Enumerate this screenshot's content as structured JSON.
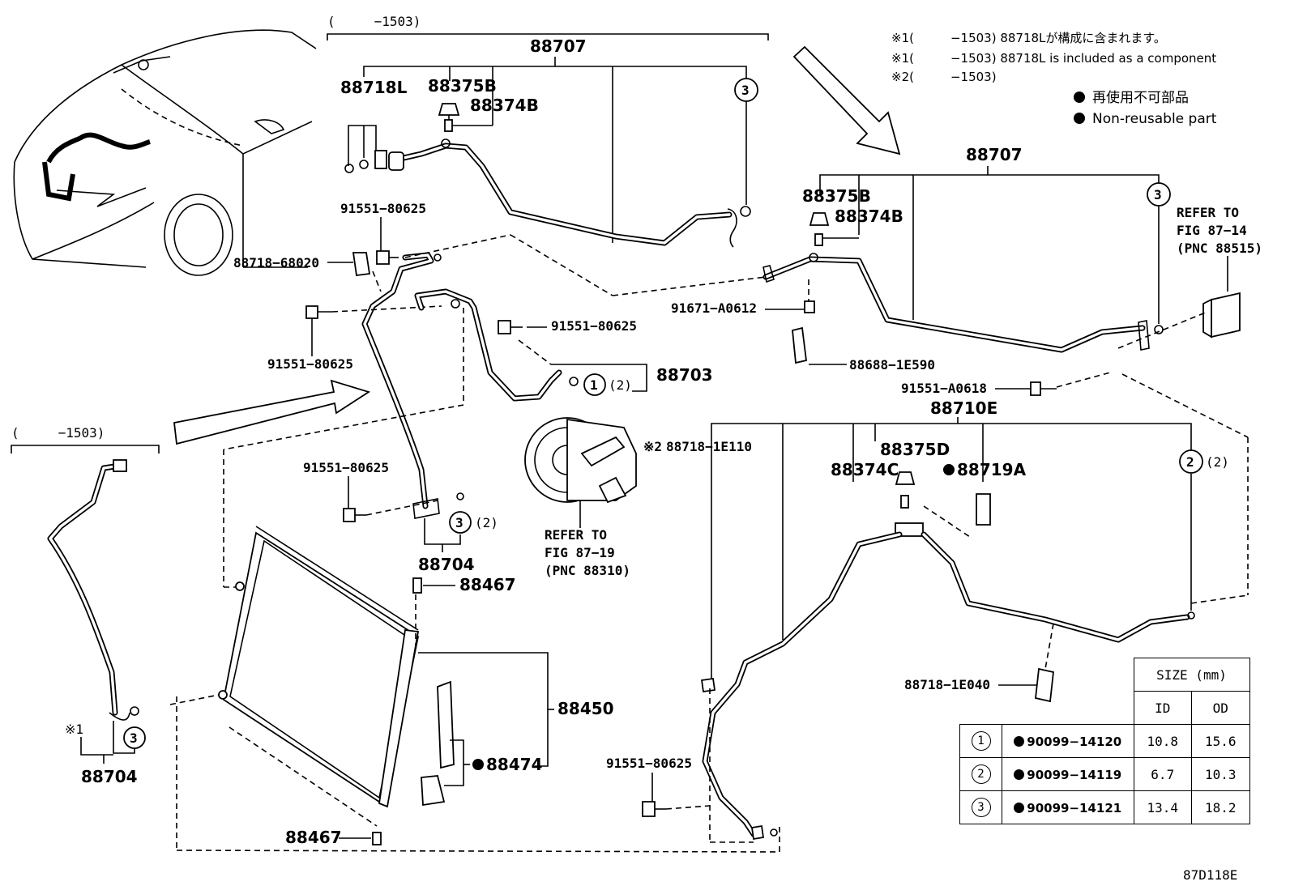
{
  "notes": {
    "jp": "※1(　　　−1503) 88718Lが構成に含まれます。",
    "en": "※1(　　　−1503) 88718L is included as a component",
    "n2": "※2(　　　−1503)",
    "legend_jp": "再使用不可部品",
    "legend_en": "Non-reusable part"
  },
  "ranges": {
    "top": "(　　　−1503)",
    "left": "(　　　−1503)"
  },
  "parts": {
    "p88707_top": "88707",
    "p88707_right": "88707",
    "p88718L": "88718L",
    "p88375B_top": "88375B",
    "p88374B_top": "88374B",
    "p88375B_right": "88375B",
    "p88374B_right": "88374B",
    "p91551_80625_a": "91551−80625",
    "p88718_68020": "88718−68020",
    "p91551_80625_b": "91551−80625",
    "p91551_80625_c": "91551−80625",
    "p88703": "88703",
    "p91551_80625_d": "91551−80625",
    "p88704_mid": "88704",
    "p88467_top": "88467",
    "p88450": "88450",
    "p88474": "88474",
    "p88467_bot": "88467",
    "p88704_left": "88704",
    "note1_mark": "※1",
    "p91671_A0612": "91671−A0612",
    "p88688_1E590": "88688−1E590",
    "p91551_A0618": "91551−A0618",
    "p88710E": "88710E",
    "p88718_1E110": "88718−1E110",
    "note2_mark": "※2",
    "p88375D": "88375D",
    "p88374C": "88374C",
    "p88719A": "88719A",
    "p88718_1E040": "88718−1E040",
    "p91551_80625_e": "91551−80625",
    "refer1_l1": "REFER TO",
    "refer1_l2": "FIG 87−14",
    "refer1_l3": "(PNC 88515)",
    "refer2_l1": "REFER TO",
    "refer2_l2": "FIG 87−19",
    "refer2_l3": "(PNC 88310)",
    "o_ring_qty": "(2)",
    "circ1": "1",
    "circ2": "2",
    "circ3": "3"
  },
  "size_table": {
    "header": "SIZE (mm)",
    "col_id": "ID",
    "col_od": "OD",
    "rows": [
      {
        "key": "1",
        "part": "90099−14120",
        "id": "10.8",
        "od": "15.6"
      },
      {
        "key": "2",
        "part": "90099−14119",
        "id": "6.7",
        "od": "10.3"
      },
      {
        "key": "3",
        "part": "90099−14121",
        "id": "13.4",
        "od": "18.2"
      }
    ]
  },
  "figure_code": "87D118E"
}
